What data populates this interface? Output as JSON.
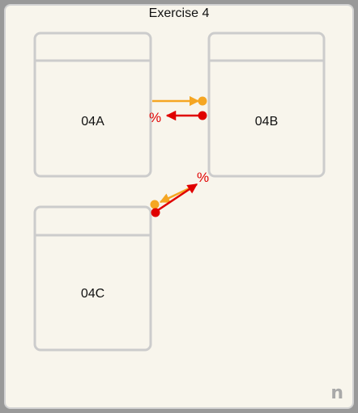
{
  "title": "Exercise 4",
  "brand_mark": "n",
  "colors": {
    "background": "#f8f5ec",
    "box_border": "#cccccc",
    "forward_link": "#f5a623",
    "reverse_link": "#e00000"
  },
  "boxes": [
    {
      "id": "04A",
      "label": "04A"
    },
    {
      "id": "04B",
      "label": "04B"
    },
    {
      "id": "04C",
      "label": "04C"
    }
  ],
  "links": [
    {
      "from": "04A",
      "to": "04B",
      "color": "forward",
      "marker": ""
    },
    {
      "from": "04B",
      "to": "04A",
      "color": "reverse",
      "marker": "%"
    },
    {
      "from": "04B",
      "to": "04C",
      "color": "forward",
      "marker": ""
    },
    {
      "from": "04C",
      "to": "04B",
      "color": "reverse",
      "marker": "%"
    }
  ]
}
